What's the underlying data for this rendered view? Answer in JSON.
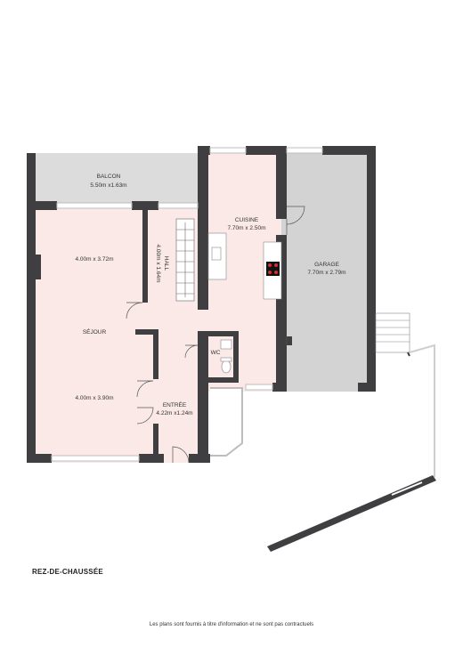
{
  "rooms": {
    "balcon": {
      "name": "BALCON",
      "size": "5.50m x1.63m"
    },
    "cuisine": {
      "name": "CUISINE",
      "size": "7.70m x 2.50m"
    },
    "garage": {
      "name": "GARAGE",
      "size": "7.70m x 2.79m"
    },
    "hall": {
      "name": "HALL",
      "size": "4.00m x 1.64m"
    },
    "sejour": {
      "name": "SÉJOUR",
      "size_top": "4.00m x 3.72m",
      "size_bottom": "4.00m x 3.90m"
    },
    "wc": {
      "name": "WC"
    },
    "entree": {
      "name": "ENTRÉE",
      "size": "4.22m x1.24m"
    }
  },
  "floor_title": "REZ-DE-CHAUSSÉE",
  "disclaimer": "Les plans sont fournis à titre d'information et ne sont pas contractuels",
  "colors": {
    "wall": "#3f3f42",
    "living_fill": "#fbe9e7",
    "garage_fill": "#d3d3d3",
    "balcony_fill": "#dcdcdc",
    "window": "#dcdcdc"
  }
}
